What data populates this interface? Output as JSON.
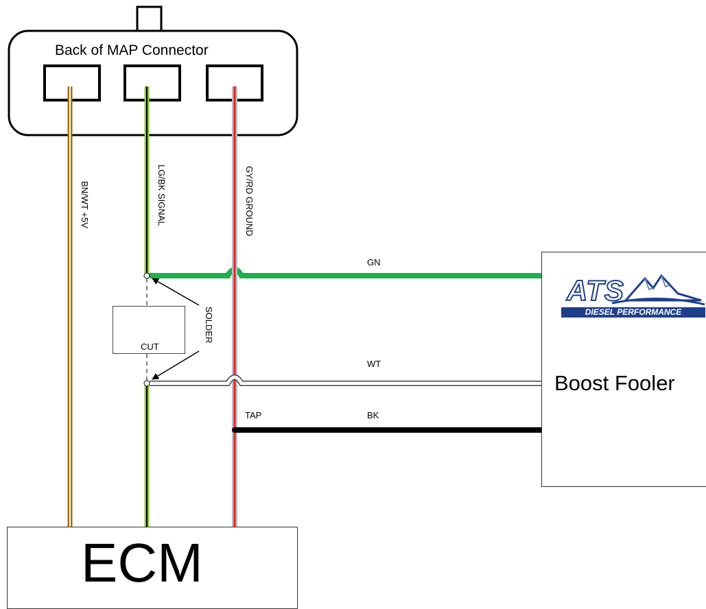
{
  "connector": {
    "title": "Back of MAP Connector"
  },
  "ecm": {
    "label": "ECM"
  },
  "device": {
    "brand_top": "ATS",
    "brand_bottom": "DIESEL PERFORMANCE",
    "label": "Boost Fooler"
  },
  "cut_box": {
    "label": "CUT"
  },
  "wires": {
    "bnwt": "BN/WT +5V",
    "lgbk": "LG/BK SIGNAL",
    "gyrd": "GY/RD GROUND",
    "gn": "GN",
    "wt": "WT",
    "bk": "BK",
    "tap": "TAP",
    "solder": "SOLDER"
  },
  "colors": {
    "brown": "#a0700a",
    "light_green": "#8dc63f",
    "green": "#1db14b",
    "red": "#e8202a",
    "gray": "#bdbdbd",
    "black": "#000000",
    "ats_blue": "#1f3f8c"
  }
}
